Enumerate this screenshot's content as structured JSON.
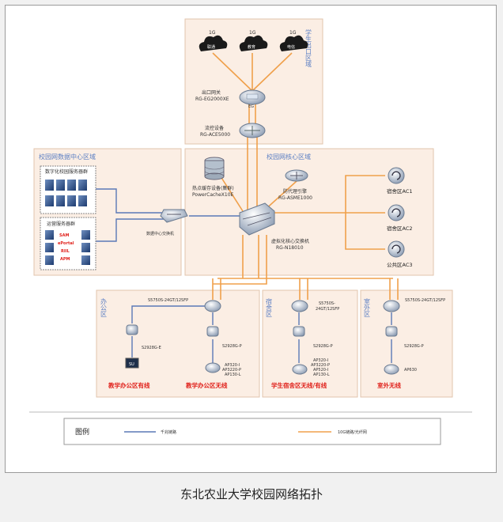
{
  "colors": {
    "wan_line": "#f0a04b",
    "lan_line": "#5b78b6",
    "zone_fill": "#fbeee4",
    "zone_border": "#e2c4ac",
    "label_red": "#e0211b",
    "zone_title": "#5b7fc4"
  },
  "zones": {
    "egress": "学生出口区域",
    "datacenter": "校园网数据中心区域",
    "core": "校园网核心区域",
    "office": "办公区",
    "dorm": "宿舍区",
    "outdoor": "室外区"
  },
  "isp": {
    "bandwidth": [
      "1G",
      "1G",
      "1G"
    ],
    "names": [
      "联通",
      "教育",
      "电信"
    ]
  },
  "egress": {
    "gateway_line1": "出口网关",
    "gateway_line2": "RG-EG2000XE",
    "gateway_badge": "EG",
    "audit_line1": "流控设备",
    "audit_line2": "RG-ACE5000"
  },
  "datacenter": {
    "group1": "数字化校园服务器群",
    "group2": "运营服务器群",
    "group2_items": [
      "SAM",
      "ePortal",
      "RIIL",
      "APM"
    ],
    "switch": "数据中心交换机"
  },
  "core": {
    "cache_line1": "热点缓存设备(集群)",
    "cache_line2": "PowerCacheX10E",
    "proxy_line1": "防代理引擎",
    "proxy_line2": "RG-ASME1000",
    "core_line1": "虚拟化核心交换机",
    "core_line2": "RG-N18010",
    "ac": [
      "宿舍区AC1",
      "宿舍区AC2",
      "公共区AC3"
    ]
  },
  "office": {
    "agg": "S5750S-24GT/12SFP",
    "left_access": "S2928G-E",
    "right_access": "S2928G-P",
    "pc": "SU",
    "aps": [
      "AP320-I",
      "AP3220-P",
      "AP130-L"
    ],
    "label_wired": "教学办公区有线",
    "label_wireless": "教学办公区无线"
  },
  "dorm": {
    "agg_line1": "S5750S-",
    "agg_line2": "24GT/12SFP",
    "access": "S2928G-P",
    "aps": [
      "AP320-I",
      "AP3220-P",
      "AP520-I",
      "AP130-L"
    ],
    "label": "学生宿舍区无线/有线"
  },
  "outdoor": {
    "agg": "S5750S-24GT/12SFP",
    "access": "S2928G-P",
    "ap": "AP630",
    "label": "室外无线"
  },
  "legend": {
    "title": "图例",
    "item1": "千兆链路",
    "item2": "10G链路/光纤网"
  },
  "caption": "东北农业大学校园网络拓扑"
}
